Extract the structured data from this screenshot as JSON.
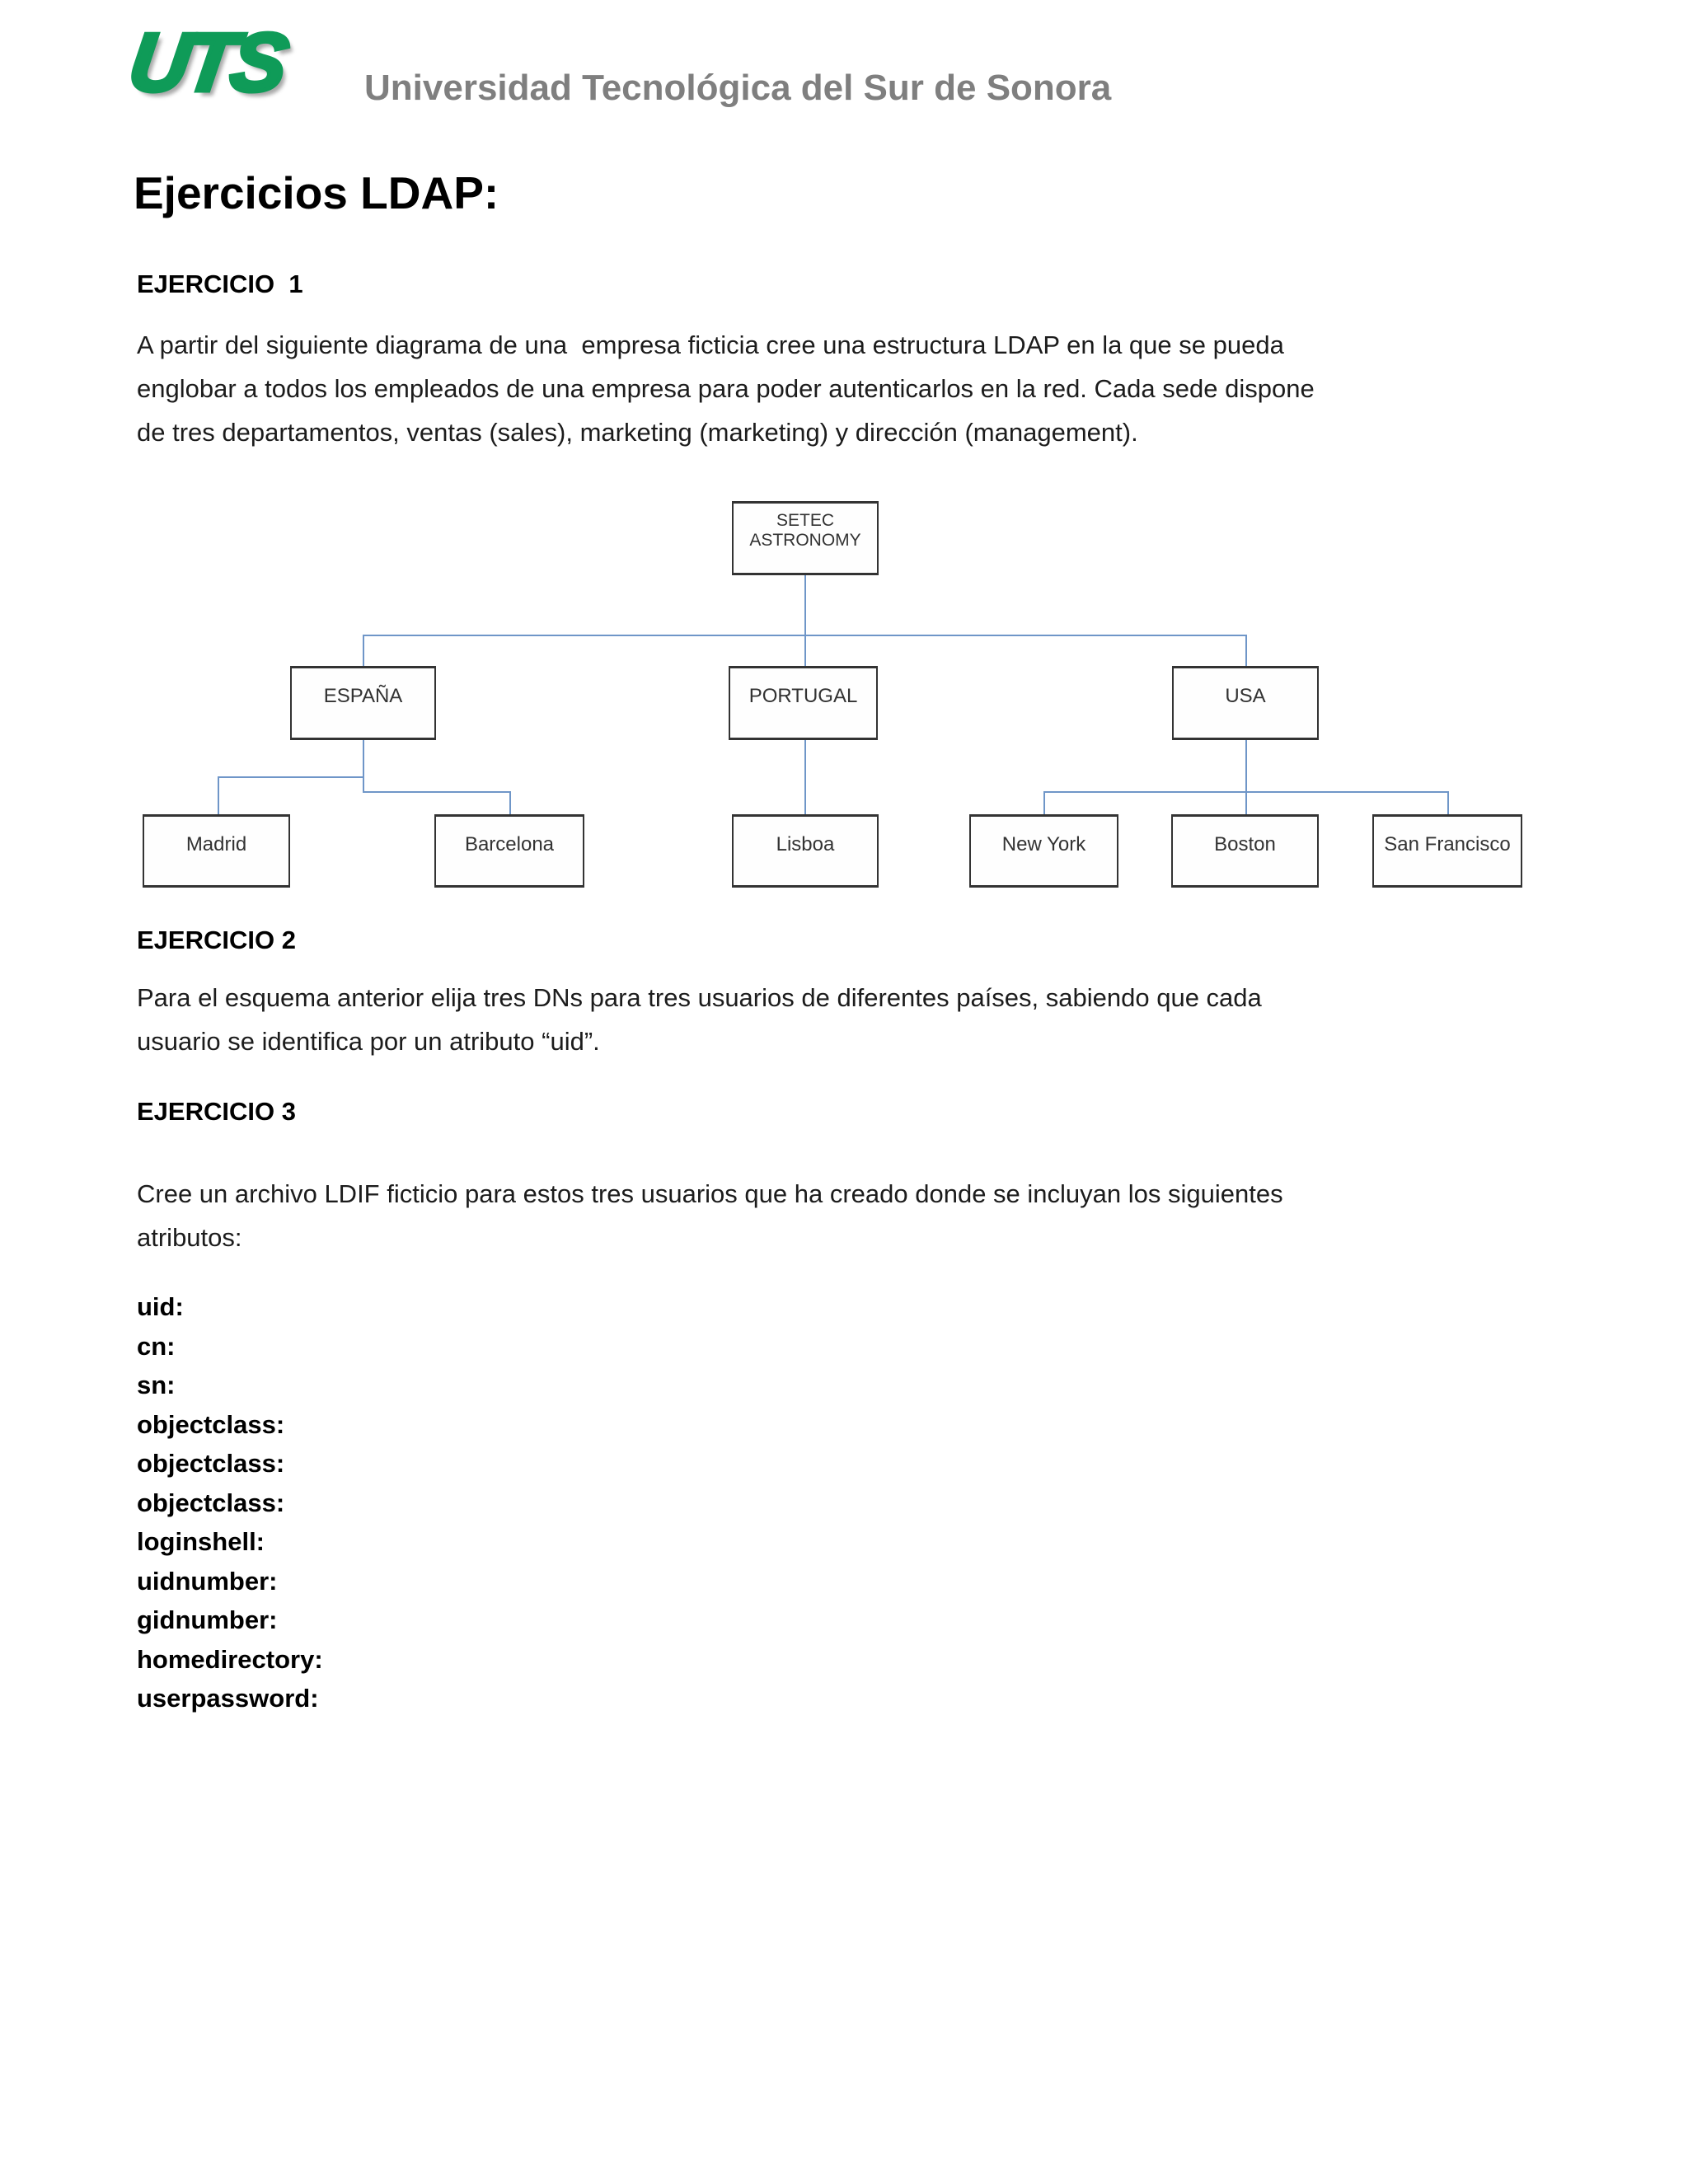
{
  "header": {
    "logo": "UTS",
    "university_name": "Universidad Tecnológica del Sur de Sonora"
  },
  "title": "Ejercicios LDAP:",
  "exercises": {
    "e1": {
      "heading": "EJERCICIO  1",
      "lines": [
        "A partir del siguiente diagrama de una  empresa ficticia cree una estructura LDAP en la que se pueda",
        "englobar a todos los empleados de una empresa para poder autenticarlos en la red. Cada sede dispone",
        "de tres departamentos, ventas (sales), marketing (marketing) y dirección (management)."
      ]
    },
    "e2": {
      "heading": "EJERCICIO 2",
      "lines": [
        "Para el esquema anterior elija tres DNs para tres usuarios de diferentes países, sabiendo que cada",
        "usuario se identifica por un atributo “uid”."
      ]
    },
    "e3": {
      "heading": "EJERCICIO 3",
      "lines": [
        "Cree un archivo LDIF ficticio para estos tres usuarios que ha creado donde se incluyan los siguientes",
        "atributos:"
      ]
    }
  },
  "diagram": {
    "root": "SETEC ASTRONOMY",
    "countries": [
      "ESPAÑA",
      "PORTUGAL",
      "USA"
    ],
    "cities": [
      "Madrid",
      "Barcelona",
      "Lisboa",
      "New York",
      "Boston",
      "San Francisco"
    ],
    "connector_color": "#6f96c8",
    "box_border_color": "#333333"
  },
  "ldif_attributes": [
    "uid:",
    "cn:",
    "sn:",
    "objectclass:",
    "objectclass:",
    "objectclass:",
    "loginshell:",
    "uidnumber:",
    "gidnumber:",
    "homedirectory:",
    "userpassword:"
  ],
  "colors": {
    "logo_green": "#0f9b58",
    "header_gray": "#7f7f7f",
    "body_text": "#1c1c1c"
  }
}
